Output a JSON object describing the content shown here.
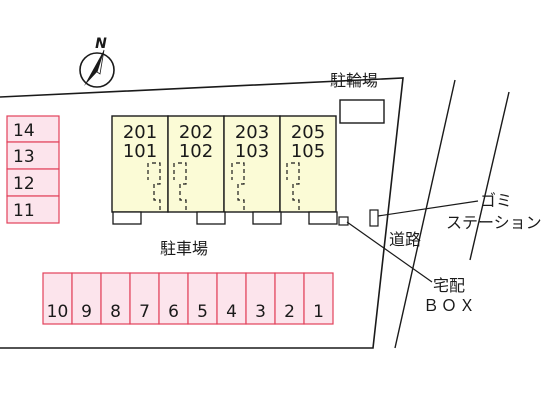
{
  "compass": {
    "letter": "N"
  },
  "bicycle_parking": {
    "label": "駐輪場"
  },
  "parking_lot": {
    "label": "駐車場"
  },
  "road": {
    "label": "道路"
  },
  "garbage_station": {
    "line1": "ゴミ",
    "line2": "ステーション"
  },
  "delivery_box": {
    "line1": "宅配",
    "line2": "ＢＯＸ"
  },
  "units": [
    {
      "upper": "201",
      "lower": "101"
    },
    {
      "upper": "202",
      "lower": "102"
    },
    {
      "upper": "203",
      "lower": "103"
    },
    {
      "upper": "205",
      "lower": "105"
    }
  ],
  "left_stalls": [
    "14",
    "13",
    "12",
    "11"
  ],
  "bottom_stalls": [
    "10",
    "9",
    "8",
    "7",
    "6",
    "5",
    "4",
    "3",
    "2",
    "1"
  ],
  "colors": {
    "stall_fill": "#fce4ec",
    "stall_stroke": "#e2415a",
    "building_fill": "#fbfbd6",
    "line": "#1a1a1a"
  }
}
